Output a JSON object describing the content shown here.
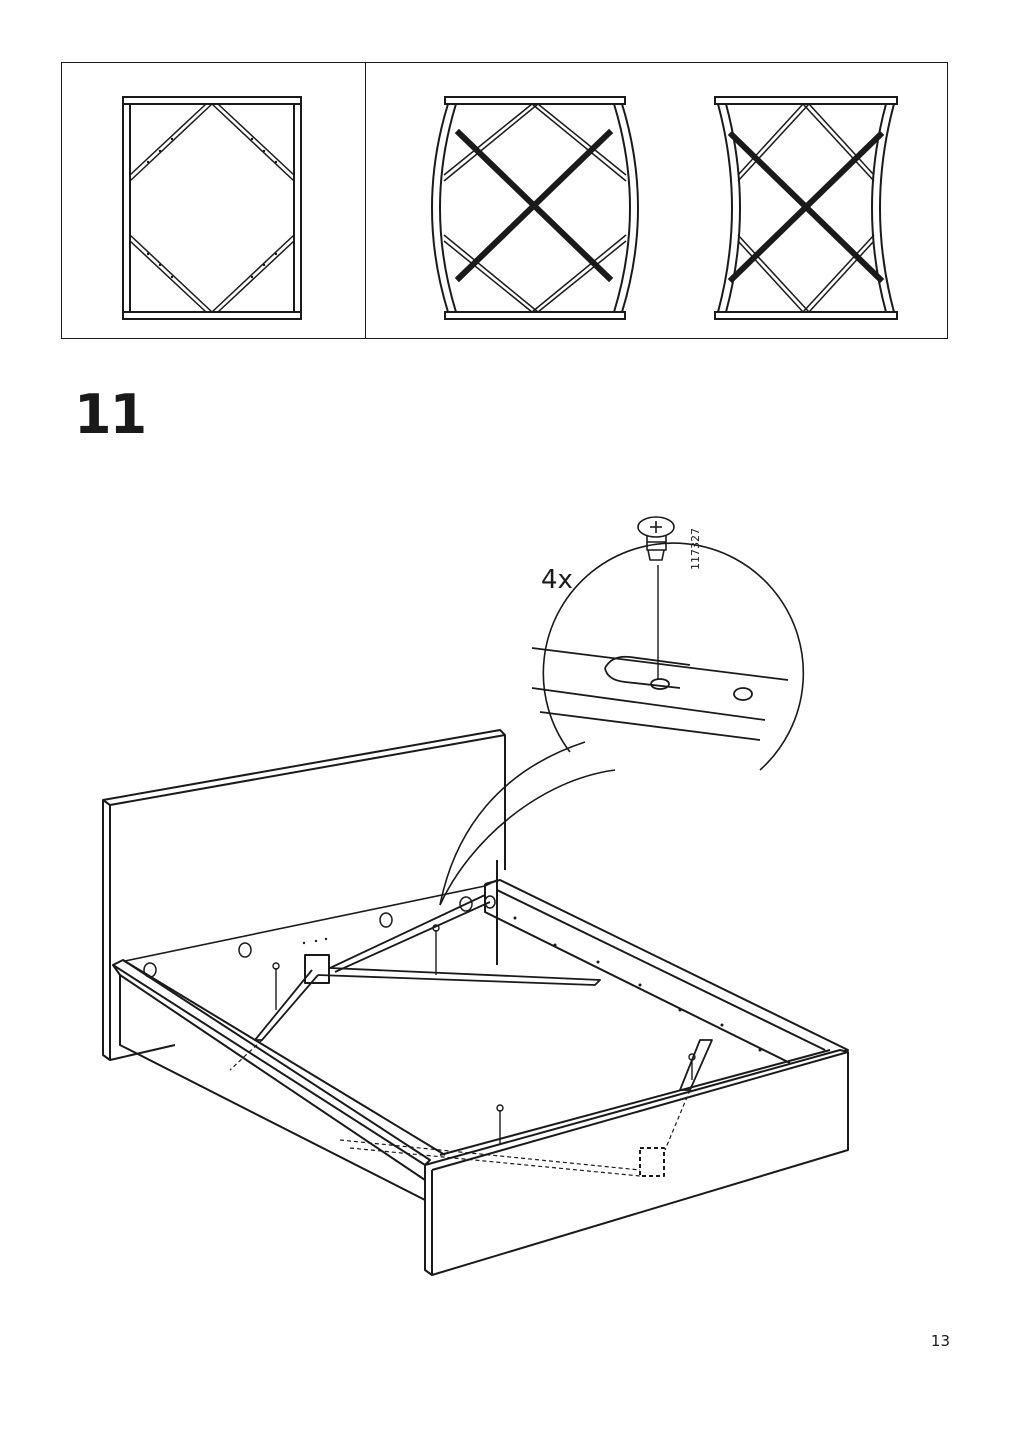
{
  "step": {
    "number": "11"
  },
  "callout": {
    "quantity": "4x",
    "part_number": "117327"
  },
  "page": {
    "number": "13"
  },
  "panels": {
    "correct": {
      "shape": "square-frame",
      "status": "correct"
    },
    "incorrect": [
      {
        "shape": "barrel-frame",
        "status": "incorrect"
      },
      {
        "shape": "hourglass-frame",
        "status": "incorrect"
      }
    ]
  },
  "colors": {
    "ink": "#1a1a1a",
    "background": "#ffffff"
  }
}
